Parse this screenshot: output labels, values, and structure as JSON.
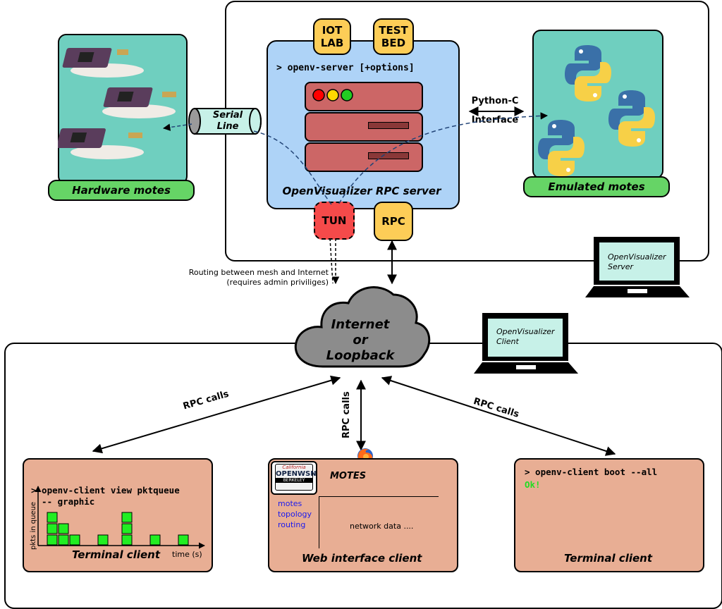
{
  "server": {
    "title": "OpenVisualizer RPC server",
    "command": "> openv-server [+options]",
    "iot_lab": [
      "IOT",
      "LAB"
    ],
    "test_bed": [
      "TEST",
      "BED"
    ],
    "tun": "TUN",
    "rpc": "RPC",
    "laptop_label": [
      "OpenVisualizer",
      "Server"
    ]
  },
  "hardware": {
    "label": "Hardware motes",
    "serial_line": [
      "Serial",
      "Line"
    ]
  },
  "emulated": {
    "label": "Emulated motes",
    "interface": [
      "Python-C",
      "Interface"
    ]
  },
  "routing_note": [
    "Routing between mesh and Internet",
    "(requires admin priviliges)"
  ],
  "cloud": [
    "Internet",
    "or",
    "Loopback"
  ],
  "client_laptop": [
    "OpenVisualizer",
    "Client"
  ],
  "rpc_calls": "RPC calls",
  "terminal_left": {
    "command": [
      "> openv-client view pktqueue",
      "  -- graphic"
    ],
    "ylabel": "pkts in queue",
    "xlabel": "time (s)",
    "title": "Terminal client",
    "bars": [
      3,
      2,
      1,
      1,
      3,
      1,
      1
    ]
  },
  "web_client": {
    "plate": [
      "California",
      "OPENWSN",
      "BERKELEY"
    ],
    "heading": "MOTES",
    "menu": [
      "motes",
      "topology",
      "routing"
    ],
    "content": "network data ....",
    "title": "Web interface client"
  },
  "terminal_right": {
    "command": "> openv-client boot --all",
    "result": "Ok!",
    "title": "Terminal client"
  },
  "colors": {
    "teal": "#6fcfbf",
    "green": "#66d466",
    "yellow": "#fdcd57",
    "blue": "#aed3f7",
    "red_server": "#cc6666",
    "tun": "#f54a4a",
    "salmon": "#e8ae94",
    "cloud": "#8c8c8c",
    "bar": "#22ee22"
  }
}
